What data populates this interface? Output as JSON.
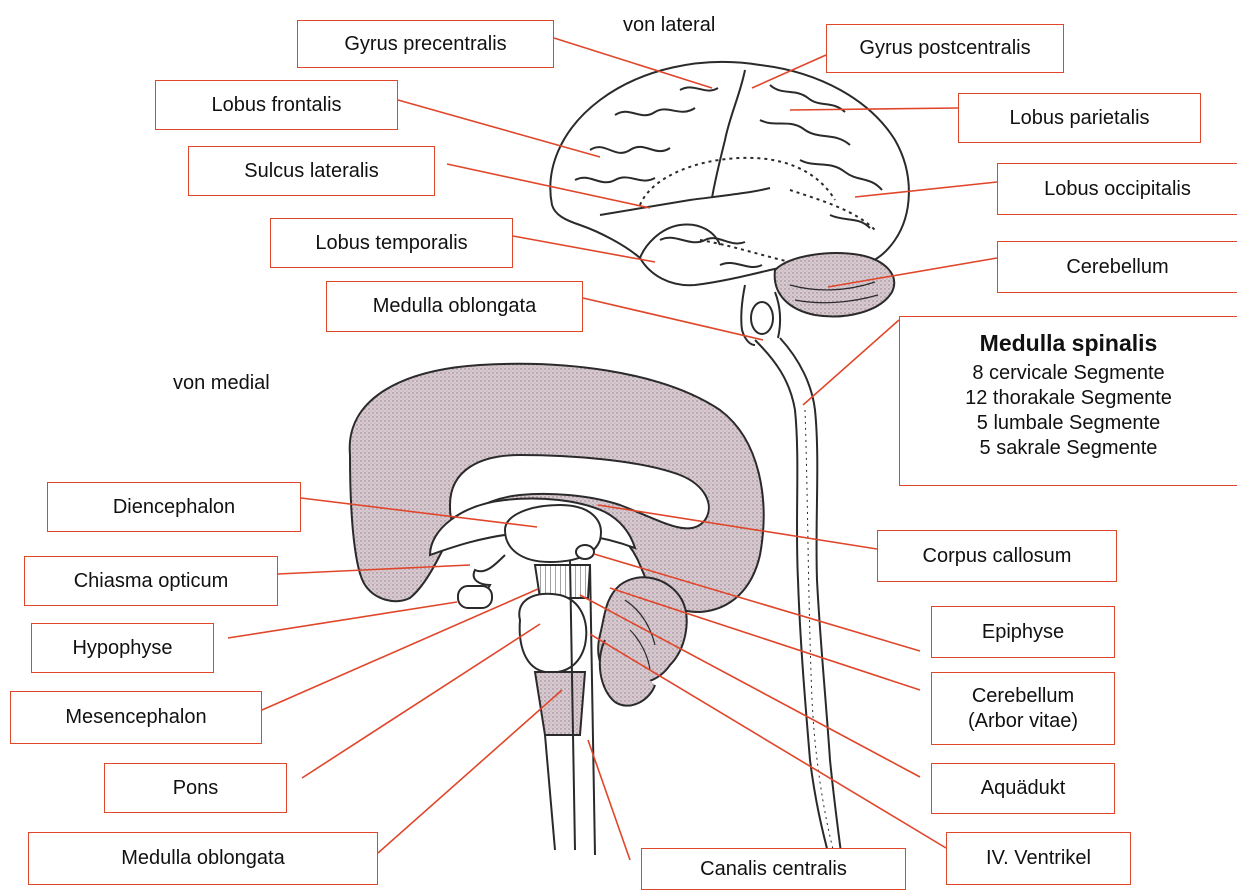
{
  "headings": {
    "lateral": "von lateral",
    "medial": "von medial"
  },
  "labels": {
    "gyrus_precentralis": "Gyrus precentralis",
    "gyrus_postcentralis": "Gyrus postcentralis",
    "lobus_frontalis": "Lobus frontalis",
    "lobus_parietalis": "Lobus parietalis",
    "sulcus_lateralis": "Sulcus lateralis",
    "lobus_occipitalis": "Lobus occipitalis",
    "lobus_temporalis": "Lobus temporalis",
    "cerebellum_lateral": "Cerebellum",
    "medulla_oblongata_lateral": "Medulla oblongata",
    "diencephalon": "Diencephalon",
    "corpus_callosum": "Corpus callosum",
    "chiasma_opticum": "Chiasma opticum",
    "hypophyse": "Hypophyse",
    "epiphyse": "Epiphyse",
    "mesencephalon": "Mesencephalon",
    "cerebellum_arbor_line1": "Cerebellum",
    "cerebellum_arbor_line2": "(Arbor vitae)",
    "pons": "Pons",
    "aquaedukt": "Aquädukt",
    "medulla_oblongata_medial": "Medulla oblongata",
    "canalis_centralis": "Canalis centralis",
    "iv_ventrikel": "IV. Ventrikel"
  },
  "medulla_spinalis": {
    "title": "Medulla spinalis",
    "segments": [
      "8 cervicale Segmente",
      "12 thorakale Segmente",
      "5 lumbale Segmente",
      "5 sakrale Segmente"
    ]
  },
  "colors": {
    "label_border": "#e0462a",
    "leader_line": "#e0462a",
    "outline": "#2a2a2a",
    "shaded_region": "#d8c8d0"
  }
}
